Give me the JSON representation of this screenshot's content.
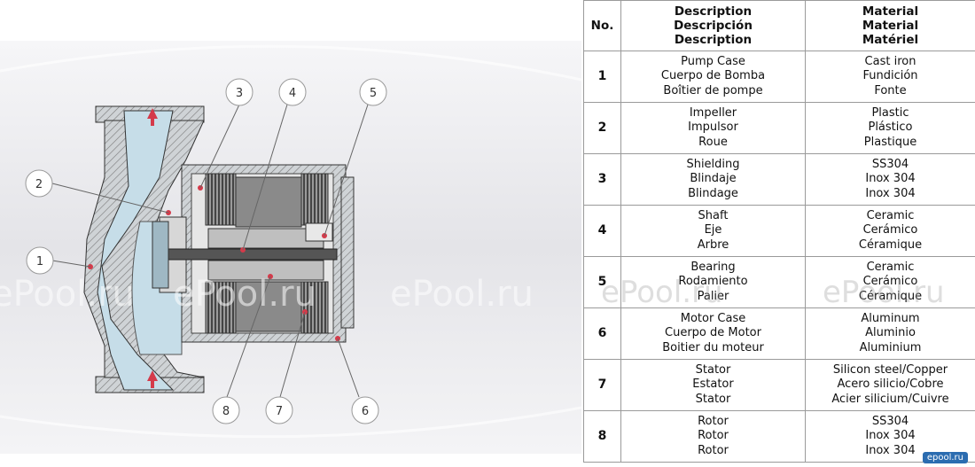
{
  "watermark": "ePool.ru",
  "corner_logo": "epool.ru",
  "diagram": {
    "callouts": [
      "1",
      "2",
      "3",
      "4",
      "5",
      "6",
      "7",
      "8"
    ]
  },
  "table": {
    "headers": {
      "no": "No.",
      "description": [
        "Description",
        "Descripción",
        "Description"
      ],
      "material": [
        "Material",
        "Material",
        "Matériel"
      ]
    },
    "rows": [
      {
        "no": "1",
        "description": [
          "Pump Case",
          "Cuerpo de Bomba",
          "Boîtier de pompe"
        ],
        "material": [
          "Cast iron",
          "Fundición",
          "Fonte"
        ]
      },
      {
        "no": "2",
        "description": [
          "Impeller",
          "Impulsor",
          "Roue"
        ],
        "material": [
          "Plastic",
          "Plástico",
          "Plastique"
        ]
      },
      {
        "no": "3",
        "description": [
          "Shielding",
          "Blindaje",
          "Blindage"
        ],
        "material": [
          "SS304",
          "Inox 304",
          "Inox 304"
        ]
      },
      {
        "no": "4",
        "description": [
          "Shaft",
          "Eje",
          "Arbre"
        ],
        "material": [
          "Ceramic",
          "Cerámico",
          "Céramique"
        ]
      },
      {
        "no": "5",
        "description": [
          "Bearing",
          "Rodamiento",
          "Palier"
        ],
        "material": [
          "Ceramic",
          "Cerámico",
          "Céramique"
        ]
      },
      {
        "no": "6",
        "description": [
          "Motor Case",
          "Cuerpo de Motor",
          "Boitier du moteur"
        ],
        "material": [
          "Aluminum",
          "Aluminio",
          "Aluminium"
        ]
      },
      {
        "no": "7",
        "description": [
          "Stator",
          "Estator",
          "Stator"
        ],
        "material": [
          "Silicon steel/Copper",
          "Acero silicio/Cobre",
          "Acier silicium/Cuivre"
        ]
      },
      {
        "no": "8",
        "description": [
          "Rotor",
          "Rotor",
          "Rotor"
        ],
        "material": [
          "SS304",
          "Inox 304",
          "Inox 304"
        ]
      }
    ]
  }
}
